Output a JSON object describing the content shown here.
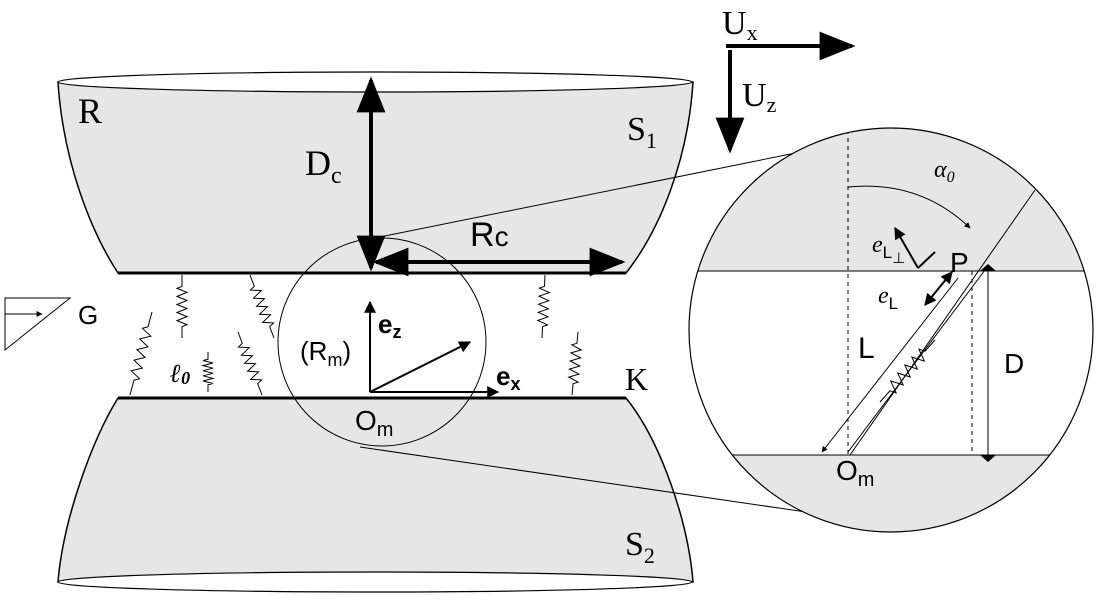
{
  "colors": {
    "body_fill": "#e6e6e6",
    "stroke": "#000000",
    "background": "#ffffff"
  },
  "labels": {
    "rigid_body": "R",
    "surface_1": "S",
    "surface_1_sub": "1",
    "surface_2": "S",
    "surface_2_sub": "2",
    "contact_distance": "D",
    "contact_distance_sub": "c",
    "contact_radius": "R",
    "contact_radius_sub": "c",
    "shear_modulus": "G",
    "stiffness": "K",
    "velocity_x": "U",
    "velocity_x_sub": "x",
    "velocity_z": "U",
    "velocity_z_sub": "z",
    "frame": "(R",
    "frame_sub": "m",
    "frame_close": ")",
    "unit_z": "e",
    "unit_z_sub": "z",
    "unit_x": "e",
    "unit_x_sub": "x",
    "origin_left": "O",
    "origin_left_sub": "m",
    "rest_length": "ℓ",
    "rest_length_sub": "0"
  },
  "inset": {
    "angle": "α",
    "angle_sub": "0",
    "perp_dir": "e",
    "perp_dir_sub": "L",
    "perp_dir_subsub": "⊥",
    "spring_dir": "e",
    "spring_dir_sub": "L",
    "point": "P",
    "length": "L",
    "gap": "D",
    "origin": "O",
    "origin_sub": "m"
  },
  "icons": {
    "arrow": "arrow-icon",
    "spring": "spring-icon"
  }
}
